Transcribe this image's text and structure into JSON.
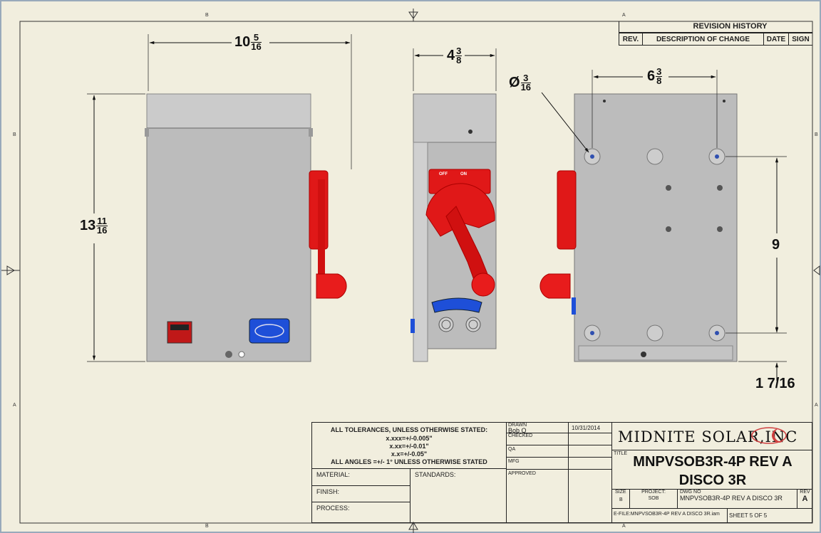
{
  "zones": {
    "top_b": "B",
    "top_a": "A",
    "left_b": "B",
    "left_a": "A",
    "right_b": "B",
    "right_a": "A",
    "bottom_b": "B",
    "bottom_a": "A"
  },
  "dims": {
    "width_whole": "10",
    "width_num": "5",
    "width_den": "16",
    "height_whole": "13",
    "height_num": "11",
    "height_den": "16",
    "depth_whole": "4",
    "depth_num": "3",
    "depth_den": "8",
    "hole_prefix": "Ø",
    "hole_num": "3",
    "hole_den": "16",
    "spacing_whole": "6",
    "spacing_num": "3",
    "spacing_den": "8",
    "vertical": "9",
    "bottom": "1 7/16"
  },
  "revision": {
    "title": "REVISION HISTORY",
    "rev": "REV.",
    "desc": "DESCRIPTION OF CHANGE",
    "date": "DATE",
    "sign": "SIGN"
  },
  "switch_labels": {
    "off": "OFF",
    "on": "ON"
  },
  "titleblock": {
    "tol_title": "ALL TOLERANCES, UNLESS OTHERWISE STATED:",
    "tol1": "x.xxx=+/-0.005\"",
    "tol2": "x.xx=+/-0.01\"",
    "tol3": "x.x=+/-0.05\"",
    "tol4": "ALL ANGLES =+/- 1° UNLESS OTHERWISE STATED",
    "material": "MATERIAL:",
    "standards": "STANDARDS:",
    "finish": "FINISH:",
    "process": "PROCESS:",
    "drawn_label": "DRAWN",
    "drawn_by": "Bob Q",
    "drawn_date": "10/31/2014",
    "checked": "CHECKED",
    "qa": "QA",
    "mfg": "MFG",
    "approved": "APPROVED",
    "company": "MIDNITE SOLAR,INC",
    "title_label": "TITLE",
    "title1": "MNPVSOB3R-4P REV A",
    "title2": "DISCO 3R",
    "size_label": "SIZE",
    "size": "B",
    "project_label": "PROJECT:",
    "project": "SOB",
    "dwg_label": "DWG NO",
    "dwg": "MNPVSOB3R-4P REV A DISCO 3R",
    "rev_label": "REV",
    "rev": "A",
    "efile": "E-FILE:MNPVSOB3R-4P REV A DISCO 3R.iam",
    "sheet": "SHEET 5  OF 5"
  },
  "colors": {
    "paper": "#f1eede",
    "enclosure": "#bdbdbd",
    "handle": "#e01818",
    "blue": "#1e4fd8"
  }
}
